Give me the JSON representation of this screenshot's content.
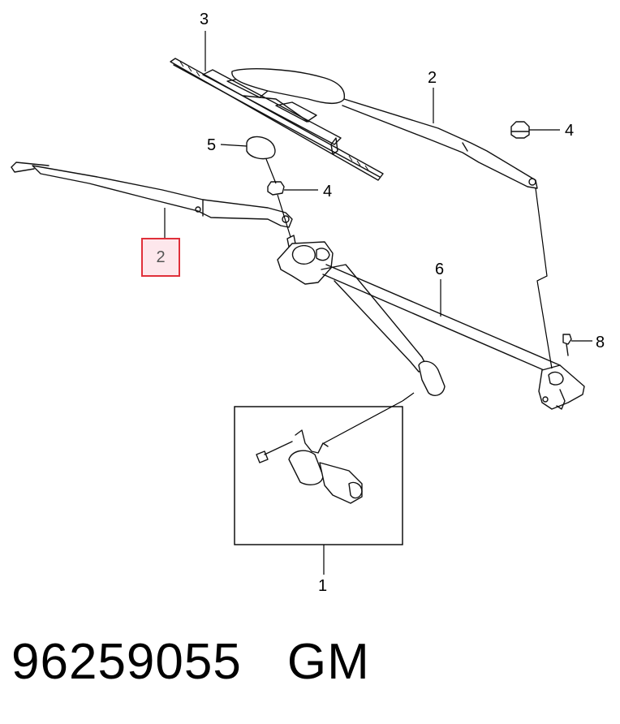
{
  "callouts": {
    "motor_assembly": "1",
    "right_arm": "2",
    "blade": "3",
    "upper_nut": "4",
    "cap": "5",
    "lower_nut": "4",
    "linkage": "6",
    "bolt": "8",
    "highlighted_arm": "2"
  },
  "colors": {
    "highlight_border": "#e0303a",
    "highlight_fill": "#fde7ec"
  },
  "footer": {
    "part_number": "96259055",
    "brand": "GM"
  }
}
